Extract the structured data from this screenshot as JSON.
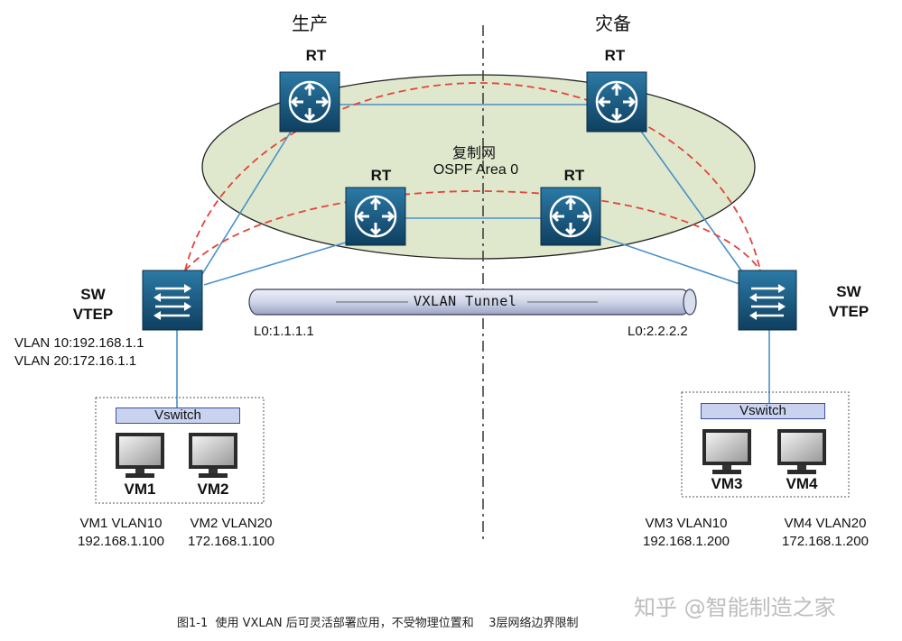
{
  "sites": {
    "left": "生产",
    "right": "灾备"
  },
  "network": {
    "name": "复制网",
    "area": "OSPF Area 0"
  },
  "routers": {
    "label": "RT"
  },
  "switches": {
    "left": {
      "line1": "SW",
      "line2": "VTEP"
    },
    "right": {
      "line1": "SW",
      "line2": "VTEP"
    }
  },
  "vlans_left": {
    "line1": "VLAN 10:192.168.1.1",
    "line2": "VLAN 20:172.16.1.1"
  },
  "tunnel": {
    "label": "VXLAN Tunnel",
    "left_loopback": "L0:1.1.1.1",
    "right_loopback": "L0:2.2.2.2"
  },
  "vswitch": {
    "left": "Vswitch",
    "right": "Vswitch"
  },
  "vms": [
    {
      "name": "VM1",
      "vlan": "VM1 VLAN10",
      "ip": "192.168.1.100"
    },
    {
      "name": "VM2",
      "vlan": "VM2 VLAN20",
      "ip": "172.168.1.100"
    },
    {
      "name": "VM3",
      "vlan": "VM3 VLAN10",
      "ip": "192.168.1.200"
    },
    {
      "name": "VM4",
      "vlan": "VM4 VLAN20",
      "ip": "172.168.1.200"
    }
  ],
  "caption": "图1-1  使用 VXLAN 后可灵活部署应用，不受物理位置和    3层网络边界限制",
  "watermark": "知乎 @智能制造之家",
  "colors": {
    "ellipse_fill": "#dfe8cc",
    "link": "#4a90c8",
    "dashed": "#e0443c",
    "device": "#1c5a80"
  }
}
